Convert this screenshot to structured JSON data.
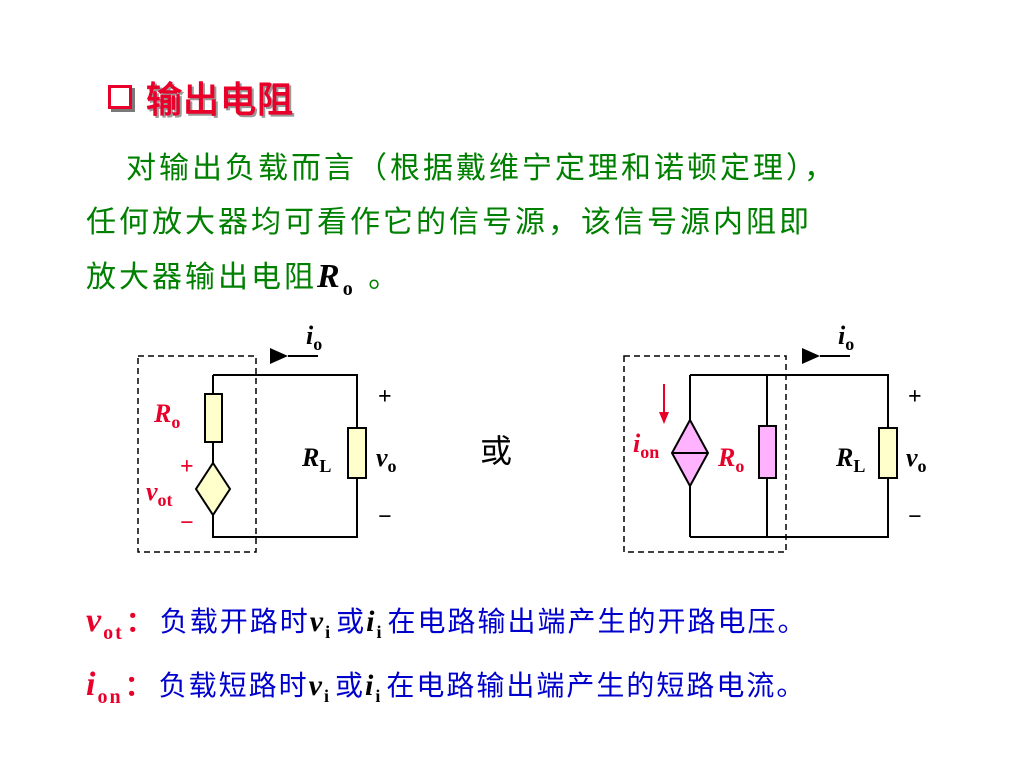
{
  "title": {
    "text": "输出电阻"
  },
  "paragraph": {
    "line1": "对输出负载而言（根据戴维宁定理和诺顿定理），",
    "line2": "任何放大器均可看作它的信号源，该信号源内阻即",
    "line3_prefix": "放大器输出电阻",
    "ro_main": "R",
    "ro_sub": "o",
    "line3_suffix": " 。"
  },
  "circuit_left": {
    "io_main": "i",
    "io_sub": "o",
    "ro_main": "R",
    "ro_sub": "o",
    "vot_main": "v",
    "vot_sub": "ot",
    "plus_src": "+",
    "minus_src": "−",
    "rl_main": "R",
    "rl_sub": "L",
    "vo_main": "v",
    "vo_sub": "o",
    "plus_out": "+",
    "minus_out": "−"
  },
  "or_text": "或",
  "circuit_right": {
    "io_main": "i",
    "io_sub": "o",
    "ion_main": "i",
    "ion_sub": "on",
    "ro_main": "R",
    "ro_sub": "o",
    "rl_main": "R",
    "rl_sub": "L",
    "vo_main": "v",
    "vo_sub": "o",
    "plus_out": "+",
    "minus_out": "−"
  },
  "notes": [
    {
      "sym_main": "v",
      "sym_sub": "ot",
      "colon": "：",
      "t1": "负载开路时",
      "v1_main": "v",
      "v1_sub": "i",
      "t2": "或",
      "v2_main": "i",
      "v2_sub": "i",
      "t3": "在电路输出端产生的开路电压。"
    },
    {
      "sym_main": "i",
      "sym_sub": "on",
      "colon": "：",
      "t1": "负载短路时",
      "v1_main": "v",
      "v1_sub": "i",
      "t2": "或",
      "v2_main": "i",
      "v2_sub": "i",
      "t3": "在电路输出端产生的短路电流。"
    }
  ],
  "colors": {
    "title": "#e8002a",
    "paragraph": "#008000",
    "notes": "#0000cc",
    "symbol_red": "#e8002a",
    "resistor_fill": "#ffffcc",
    "source_fill_left": "#ffffcc",
    "source_fill_right": "#ffb3ff"
  }
}
